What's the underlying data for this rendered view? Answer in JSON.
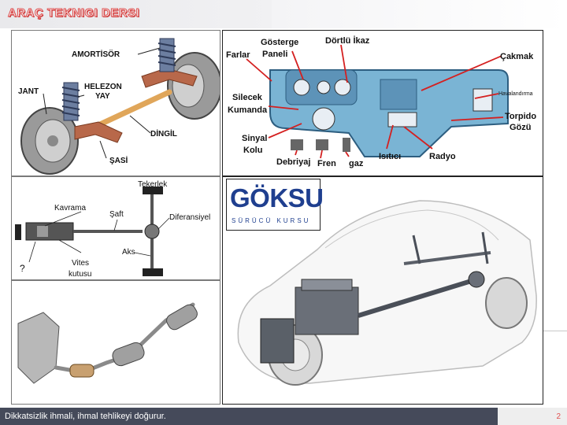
{
  "slide": {
    "title": "ARAÇ TEKNIGI DERSI",
    "footer_text": "Dikkatsizlik ihmali, ihmal tehlikeyi doğurur.",
    "page_number": "2"
  },
  "suspension": {
    "labels": {
      "amortisor": "AMORTİSÖR",
      "jant": "JANT",
      "helezon": "HELEZON",
      "yay": "YAY",
      "dingil": "DİNGİL",
      "sasi": "ŞASİ"
    }
  },
  "dashboard": {
    "labels": {
      "farlar": "Farlar",
      "gosterge": "Gösterge",
      "paneli": "Paneli",
      "dortlu_ikaz": "Dörtlü İkaz",
      "cakmak": "Çakmak",
      "havalandirma": "Havalandırma",
      "silecek": "Silecek",
      "kumanda": "Kumanda",
      "torpido": "Torpido",
      "gozu": "Gözü",
      "sinyal": "Sinyal",
      "kolu": "Kolu",
      "debriyaj": "Debriyaj",
      "fren": "Fren",
      "gaz": "gaz",
      "isitici": "Isıtıcı",
      "radyo": "Radyo"
    }
  },
  "drivetrain": {
    "labels": {
      "tekerlek": "Tekerlek",
      "kavrama": "Kavrama",
      "saft": "Şaft",
      "diferansiyel": "Diferansiyel",
      "aks": "Aks",
      "vites": "Vites",
      "kutusu": "kutusu",
      "question": "?"
    }
  },
  "logo": {
    "name": "GÖKSU",
    "tagline": "SÜRÜCÜ KURSU"
  },
  "colors": {
    "title_red": "#e05050",
    "footer_bg": "#454a5a",
    "arrow_red": "#d42020",
    "logo_blue": "#1f3f8f"
  }
}
